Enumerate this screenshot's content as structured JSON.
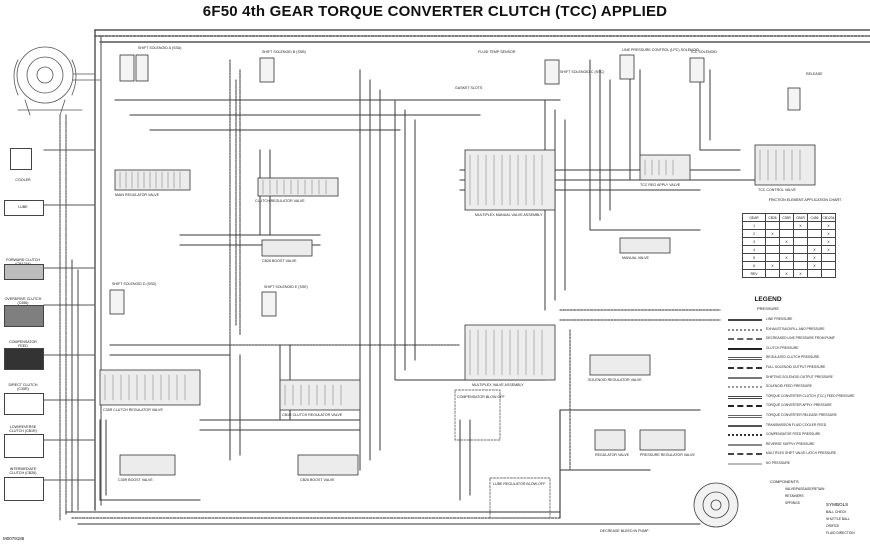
{
  "title": "6F50 4th GEAR TORQUE CONVERTER CLUTCH (TCC) APPLIED",
  "diagram_code": "M0079186",
  "side_items": [
    {
      "key": "cooler",
      "label": "COOLER"
    },
    {
      "key": "lube",
      "label": "LUBE"
    },
    {
      "key": "forward",
      "label": "FORWARD CLUTCH (CB1234)"
    },
    {
      "key": "overdrive",
      "label": "OVERDRIVE CLUTCH (C456)"
    },
    {
      "key": "compensator",
      "label": "COMPENSATOR FEED"
    },
    {
      "key": "direct",
      "label": "DIRECT CLUTCH (C35R)"
    },
    {
      "key": "low_reverse",
      "label": "LOW/REVERSE CLUTCH (CB1R)"
    },
    {
      "key": "intermediate",
      "label": "INTERMEDIATE CLUTCH (CB26)"
    }
  ],
  "valve_labels": {
    "main_regulator": "MAIN REGULATOR VALVE",
    "clutch_regulator": "CLUTCH REGULATOR VALVE",
    "boost_valve": "CB26 BOOST VALVE",
    "multiplex_manual": "MULTIPLEX MANUAL VALVE ASSEMBLY",
    "manual_valve": "MANUAL VALVE",
    "tcc_apply": "TCC REG APPLY VALVE",
    "tcc_control": "TCC CONTROL VALVE",
    "c35r_regulator": "C35R CLUTCH REGULATOR VALVE",
    "cb1r_regulator": "CB1R CLUTCH REGULATOR VALVE",
    "c35r_boost": "C35R BOOST VALVE",
    "cb26_boost": "CB26 BOOST VALVE",
    "multiplex_valve": "MULTIPLEX VALVE ASSEMBLY",
    "solenoid_reg": "SOLENOID REGULATOR VALVE",
    "regulator_valve": "REGULATOR VALVE",
    "pressure_regulator": "PRESSURE REGULATOR VALVE",
    "gasket_slots": "GASKET SLOTS",
    "fluid_temp": "FLUID TEMP SENSOR",
    "release": "RELEASE",
    "compensator_blowoff": "COMPENSATOR BLOW-OFF",
    "lube_regulator": "LUBE REGULATOR BLOW-OFF",
    "pump": "DECREASE BLEED IN PUMP"
  },
  "solenoid_labels": {
    "sol_a": "SHIFT SOLENOID A (SSA)",
    "sol_b": "SHIFT SOLENOID B (SSB)",
    "sol_c": "SHIFT SOLENOID C (SSC)",
    "sol_d": "SHIFT SOLENOID D (SSD)",
    "sol_e": "SHIFT SOLENOID E (SSE)",
    "lpc": "LINE PRESSURE CONTROL (LPC) SOLENOID",
    "tcc": "TCC SOLENOID"
  },
  "grid": {
    "title": "FRICTION ELEMENT APPLICATION CHART",
    "headers": [
      "GEAR",
      "CB26",
      "C35R",
      "CB1R",
      "C456",
      "CB1234"
    ],
    "rows": [
      {
        "gear": "1",
        "marks": [
          "",
          "",
          "X",
          "",
          "X"
        ]
      },
      {
        "gear": "2",
        "marks": [
          "X",
          "",
          "",
          "",
          "X"
        ]
      },
      {
        "gear": "3",
        "marks": [
          "",
          "X",
          "",
          "",
          "X"
        ]
      },
      {
        "gear": "4",
        "marks": [
          "",
          "",
          "",
          "X",
          "X"
        ]
      },
      {
        "gear": "5",
        "marks": [
          "",
          "X",
          "",
          "X",
          ""
        ]
      },
      {
        "gear": "6",
        "marks": [
          "X",
          "",
          "",
          "X",
          ""
        ]
      },
      {
        "gear": "REV",
        "marks": [
          "",
          "X",
          "X",
          "",
          ""
        ]
      }
    ]
  },
  "legend": {
    "title": "LEGEND",
    "subtitle": "PRESSURE",
    "items": [
      {
        "label": "LINE PRESSURE",
        "color": "#444444",
        "style": "solid"
      },
      {
        "label": "EXHAUST BACKFILL AND PRESSURE",
        "color": "#888888",
        "style": "dotted"
      },
      {
        "label": "DECREASED LINE PRESSURE FROM PUMP",
        "color": "#666666",
        "style": "dashed"
      },
      {
        "label": "CLUTCH PRESSURE",
        "color": "#222222",
        "style": "solid"
      },
      {
        "label": "REGULATED CLUTCH PRESSURE",
        "color": "#555555",
        "style": "double"
      },
      {
        "label": "FULL SOLENOID OUTPUT PRESSURE",
        "color": "#333333",
        "style": "dashed"
      },
      {
        "label": "SHIFTING SOLENOID OUTPUT PRESSURE",
        "color": "#777777",
        "style": "solid"
      },
      {
        "label": "SOLENOID FEED PRESSURE",
        "color": "#999999",
        "style": "dotted"
      },
      {
        "label": "TORQUE CONVERTER CLUTCH (TCC) FEED PRESSURE",
        "color": "#444444",
        "style": "double"
      },
      {
        "label": "TORQUE CONVERTER APPLY PRESSURE",
        "color": "#222222",
        "style": "dashed"
      },
      {
        "label": "TORQUE CONVERTER RELEASE PRESSURE",
        "color": "#666666",
        "style": "double"
      },
      {
        "label": "TRANSMISSION FLUID COOLER FEED",
        "color": "#555555",
        "style": "solid"
      },
      {
        "label": "COMPENSATOR FEED PRESSURE",
        "color": "#333333",
        "style": "dotted"
      },
      {
        "label": "REVERSE SUPPLY PRESSURE",
        "color": "#888888",
        "style": "solid"
      },
      {
        "label": "MULTIPLEX SHIFT VALVE LATCH PRESSURE",
        "color": "#444444",
        "style": "dashed"
      },
      {
        "label": "NO PRESSURE",
        "color": "#bbbbbb",
        "style": "solid"
      }
    ]
  },
  "components": {
    "title": "COMPONENTS",
    "items": [
      "VALVE/PASSAGE/RETAIN",
      "RETAINERS",
      "SPRINGS"
    ]
  },
  "symbols": {
    "title": "SYMBOLS",
    "items": [
      "BALL CHECK",
      "SHUTTLE BALL",
      "ORIFICE",
      "FLUID DIRECTION"
    ]
  }
}
